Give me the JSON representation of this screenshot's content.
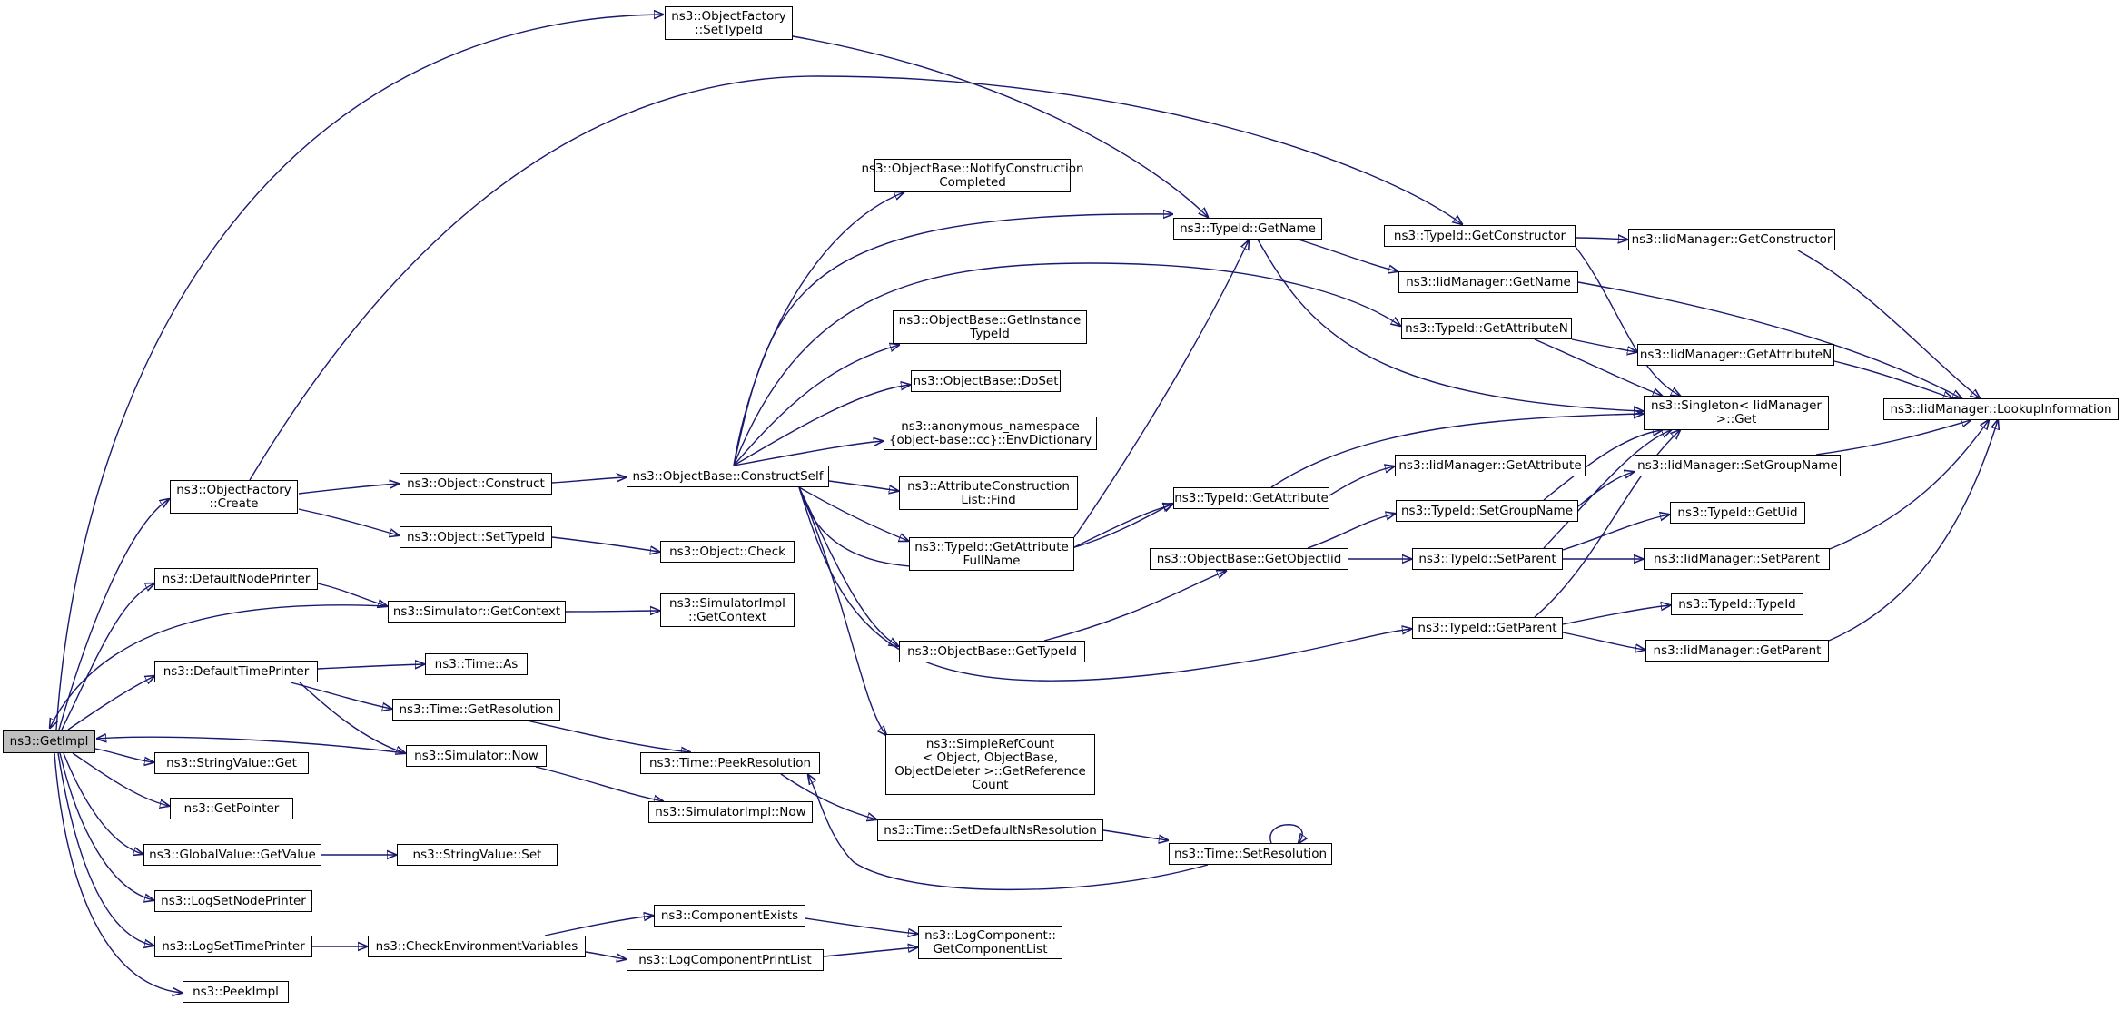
{
  "colors": {
    "edge": "#191970",
    "node_border": "#000000",
    "root_fill": "#bfbfbf",
    "node_fill": "#ffffff"
  },
  "nodes": {
    "get_impl": "ns3::GetImpl",
    "object_factory_set_type_id": "ns3::ObjectFactory\n::SetTypeId",
    "object_factory_create": "ns3::ObjectFactory\n::Create",
    "default_node_printer": "ns3::DefaultNodePrinter",
    "default_time_printer": "ns3::DefaultTimePrinter",
    "string_value_get": "ns3::StringValue::Get",
    "get_pointer": "ns3::GetPointer",
    "global_value_get_value": "ns3::GlobalValue::GetValue",
    "log_set_node_printer": "ns3::LogSetNodePrinter",
    "log_set_time_printer": "ns3::LogSetTimePrinter",
    "peek_impl": "ns3::PeekImpl",
    "object_construct": "ns3::Object::Construct",
    "object_set_type_id": "ns3::Object::SetTypeId",
    "simulator_get_context": "ns3::Simulator::GetContext",
    "time_as": "ns3::Time::As",
    "time_get_resolution": "ns3::Time::GetResolution",
    "simulator_now": "ns3::Simulator::Now",
    "string_value_set": "ns3::StringValue::Set",
    "check_environment_variables": "ns3::CheckEnvironmentVariables",
    "object_base_construct_self": "ns3::ObjectBase::ConstructSelf",
    "object_check": "ns3::Object::Check",
    "simulator_impl_get_context": "ns3::SimulatorImpl\n::GetContext",
    "time_peek_resolution": "ns3::Time::PeekResolution",
    "simulator_impl_now": "ns3::SimulatorImpl::Now",
    "component_exists": "ns3::ComponentExists",
    "log_component_print_list": "ns3::LogComponentPrintList",
    "notify_construction_completed": "ns3::ObjectBase::NotifyConstruction\nCompleted",
    "get_instance_type_id": "ns3::ObjectBase::GetInstance\nTypeId",
    "object_base_do_set": "ns3::ObjectBase::DoSet",
    "env_dictionary": "ns3::anonymous_namespace\n{object-base::cc}::EnvDictionary",
    "attribute_construction_list_find": "ns3::AttributeConstruction\nList::Find",
    "type_id_get_attribute_full_name": "ns3::TypeId::GetAttribute\nFullName",
    "object_base_get_type_id": "ns3::ObjectBase::GetTypeId",
    "simple_ref_count_get_reference_count": "ns3::SimpleRefCount\n< Object, ObjectBase,\n ObjectDeleter >::GetReference\nCount",
    "time_set_default_ns_resolution": "ns3::Time::SetDefaultNsResolution",
    "log_component_get_component_list": "ns3::LogComponent::\nGetComponentList",
    "type_id_get_name": "ns3::TypeId::GetName",
    "type_id_get_attribute": "ns3::TypeId::GetAttribute",
    "object_base_get_object_iid": "ns3::ObjectBase::GetObjectIid",
    "time_set_resolution": "ns3::Time::SetResolution",
    "type_id_get_constructor": "ns3::TypeId::GetConstructor",
    "iid_manager_get_name": "ns3::IidManager::GetName",
    "type_id_get_attribute_n": "ns3::TypeId::GetAttributeN",
    "type_id_set_group_name": "ns3::TypeId::SetGroupName",
    "type_id_set_parent": "ns3::TypeId::SetParent",
    "type_id_get_parent": "ns3::TypeId::GetParent",
    "iid_manager_get_attribute": "ns3::IidManager::GetAttribute",
    "iid_manager_get_constructor": "ns3::IidManager::GetConstructor",
    "iid_manager_get_attribute_n": "ns3::IidManager::GetAttributeN",
    "singleton_iid_manager_get": "ns3::Singleton< IidManager\n >::Get",
    "iid_manager_set_group_name": "ns3::IidManager::SetGroupName",
    "type_id_get_uid": "ns3::TypeId::GetUid",
    "iid_manager_set_parent": "ns3::IidManager::SetParent",
    "type_id_type_id": "ns3::TypeId::TypeId",
    "iid_manager_get_parent": "ns3::IidManager::GetParent",
    "iid_manager_lookup_information": "ns3::IidManager::LookupInformation"
  }
}
